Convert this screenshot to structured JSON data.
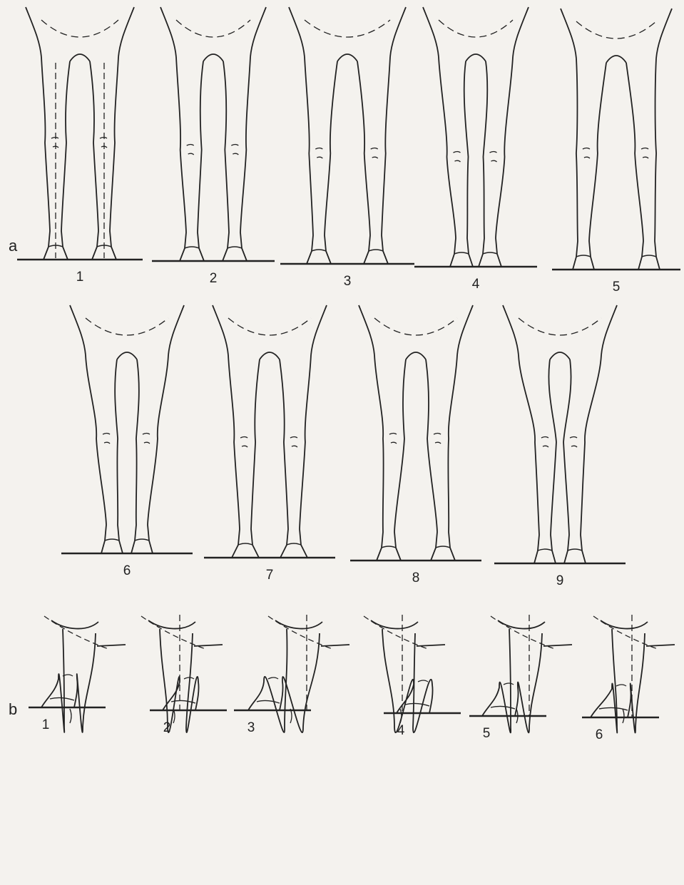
{
  "section_a": {
    "label": "a",
    "figures": [
      {
        "number": "1",
        "plumb_lines": true
      },
      {
        "number": "2",
        "plumb_lines": false
      },
      {
        "number": "3",
        "plumb_lines": false
      },
      {
        "number": "4",
        "plumb_lines": false
      },
      {
        "number": "5",
        "plumb_lines": false
      },
      {
        "number": "6",
        "plumb_lines": false
      },
      {
        "number": "7",
        "plumb_lines": false
      },
      {
        "number": "8",
        "plumb_lines": false
      },
      {
        "number": "9",
        "plumb_lines": false
      }
    ]
  },
  "section_b": {
    "label": "b",
    "figures": [
      {
        "number": "1",
        "plumb_line": false
      },
      {
        "number": "2",
        "plumb_line": true
      },
      {
        "number": "3",
        "plumb_line": true
      },
      {
        "number": "4",
        "plumb_line": true
      },
      {
        "number": "5",
        "plumb_line": true
      },
      {
        "number": "6",
        "plumb_line": true
      }
    ]
  },
  "colors": {
    "ink": "#222222",
    "paper": "#f4f2ee"
  }
}
